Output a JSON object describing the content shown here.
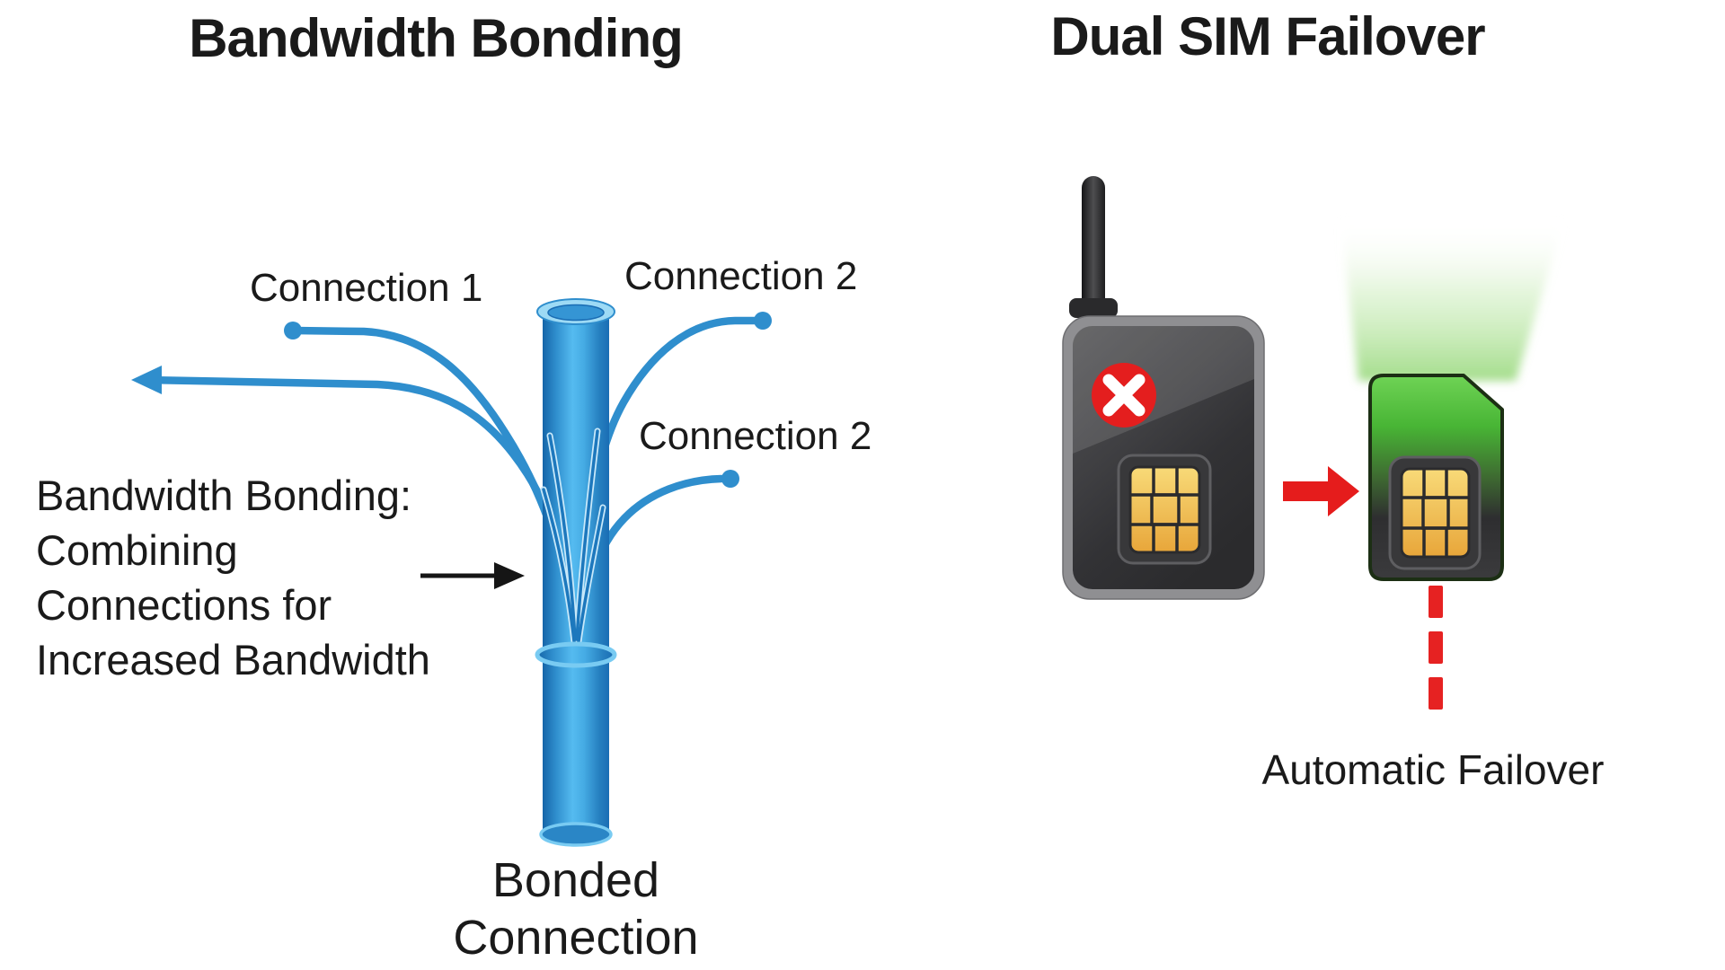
{
  "left_panel": {
    "title": "Bandwidth Bonding",
    "labels": {
      "connection1": "Connection 1",
      "connection2_top": "Connection 2",
      "connection2_bottom": "Connection 2"
    },
    "description_lines": [
      "Bandwidth Bonding:",
      "Combining",
      "Connections for",
      "Increased Bandwidth"
    ],
    "bonded_label": {
      "line1": "Bonded",
      "line2": "Connection"
    }
  },
  "right_panel": {
    "title": "Dual SIM Failover",
    "caption": "Automatic Failover"
  },
  "colors": {
    "background": "#ffffff",
    "text": "#1a1a1a",
    "connection_blue": "#2f8ecd",
    "pipe_light_blue": "#55bbf0",
    "pipe_dark_blue": "#1a6db4",
    "failure_red": "#e41e1e",
    "failover_arrow_red": "#e51c1c",
    "dashed_line_red": "#e62222",
    "sim_green": "#52c23a",
    "chip_gold": "#f0c24e",
    "device_gray": "#3a3a3c",
    "black_arrow": "#151515"
  }
}
